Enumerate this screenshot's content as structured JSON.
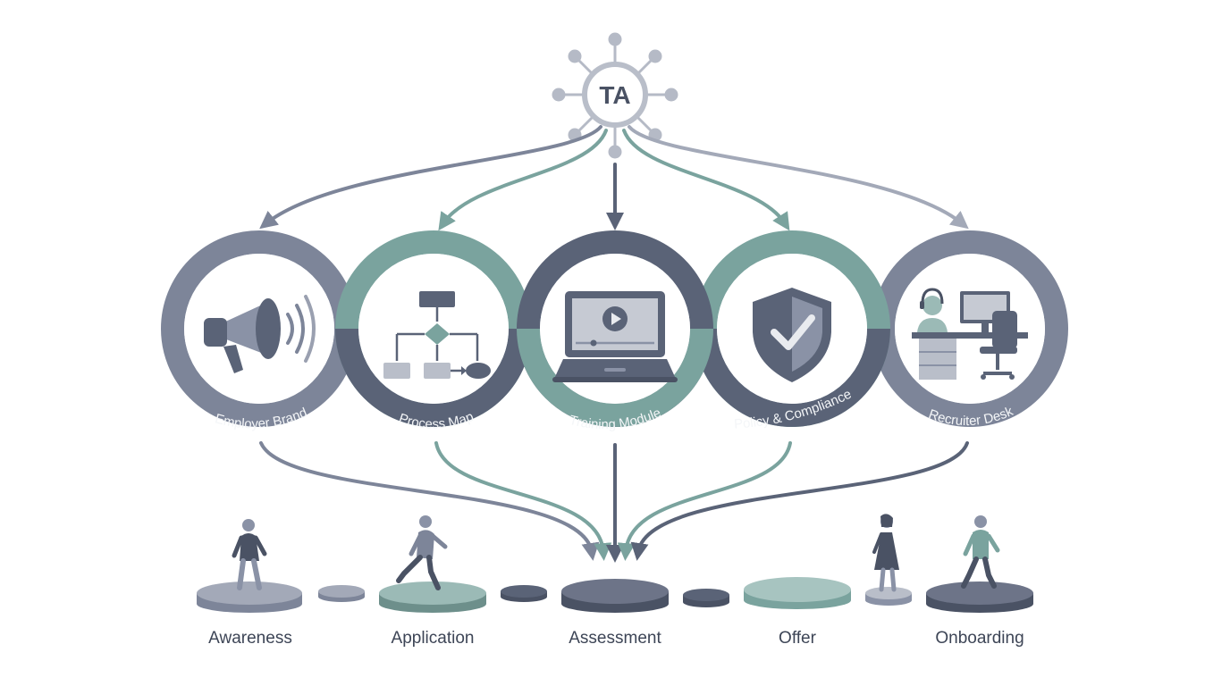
{
  "hub": {
    "label": "TA"
  },
  "modules": [
    {
      "label": "Employer Brand",
      "icon": "megaphone-icon",
      "color": "#7d8599"
    },
    {
      "label": "Process Map",
      "icon": "flowchart-icon",
      "color": "#7aa39e"
    },
    {
      "label": "Training Module",
      "icon": "laptop-video-icon",
      "color": "#5a6377"
    },
    {
      "label": "Policy & Compliance",
      "icon": "shield-check-icon",
      "color": "#7aa39e"
    },
    {
      "label": "Recruiter Desk",
      "icon": "recruiter-desk-icon",
      "color": "#7d8599"
    }
  ],
  "stages": [
    {
      "label": "Awareness"
    },
    {
      "label": "Application"
    },
    {
      "label": "Assessment"
    },
    {
      "label": "Offer"
    },
    {
      "label": "Onboarding"
    }
  ],
  "colors": {
    "slate": "#7d8599",
    "teal": "#7aa39e",
    "dark": "#5a6377",
    "light": "#b9bec9"
  }
}
